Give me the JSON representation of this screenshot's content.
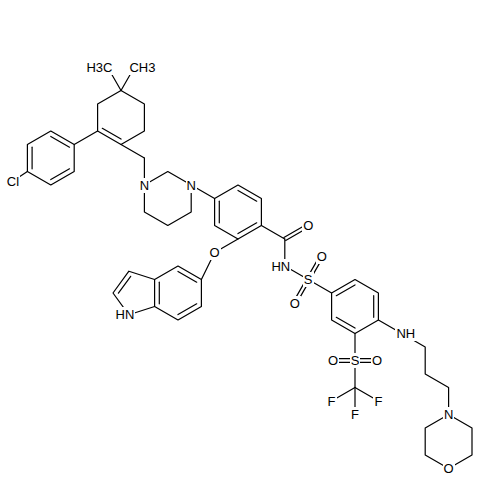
{
  "diagram": {
    "labels": [
      "H3C",
      "CH3",
      "Cl",
      "N",
      "N",
      "O",
      "HN",
      "S",
      "O",
      "O",
      "O",
      "HN",
      "S",
      "O",
      "O",
      "F",
      "F",
      "F",
      "NH",
      "N",
      "O"
    ]
  }
}
